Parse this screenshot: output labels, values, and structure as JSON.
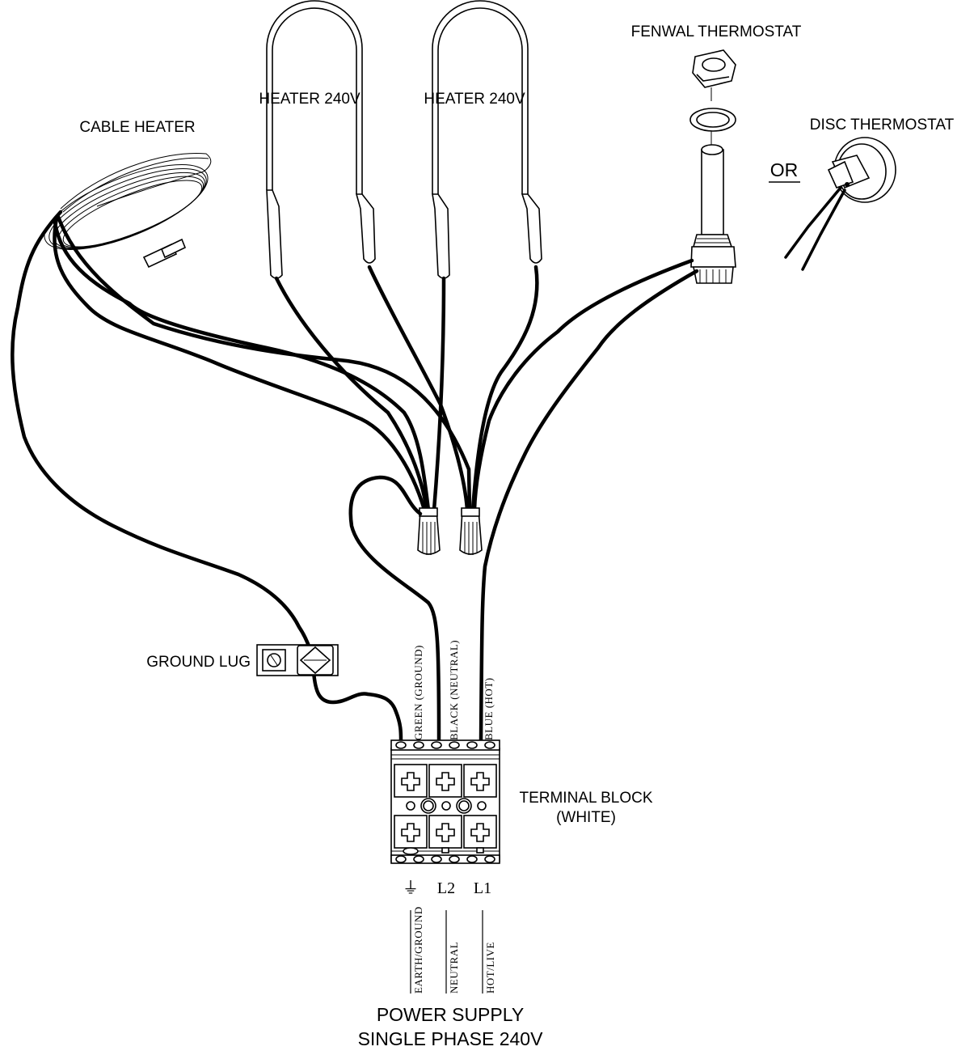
{
  "labels": {
    "fenwal_thermostat": "FENWAL THERMOSTAT",
    "heater_left": "HEATER 240V",
    "heater_right": "HEATER 240V",
    "cable_heater": "CABLE HEATER",
    "disc_thermostat": "DISC THERMOSTAT",
    "or": "OR",
    "ground_lug": "GROUND LUG",
    "terminal_block_line1": "TERMINAL BLOCK",
    "terminal_block_line2": "(WHITE)",
    "power_supply_line1": "POWER SUPPLY",
    "power_supply_line2": "SINGLE PHASE 240V"
  },
  "wire_colors": {
    "green": "GREEN (GROUND)",
    "black": "BLACK (NEUTRAL)",
    "blue": "BLUE (HOT)"
  },
  "terminals": {
    "earth": "⏚",
    "l2": "L2",
    "l1": "L1"
  },
  "supply_lines": {
    "earth": "EARTH/GROUND",
    "neutral": "NEUTRAL",
    "hot": "HOT/LIVE"
  },
  "colors": {
    "line": "#000000",
    "background": "#ffffff"
  }
}
